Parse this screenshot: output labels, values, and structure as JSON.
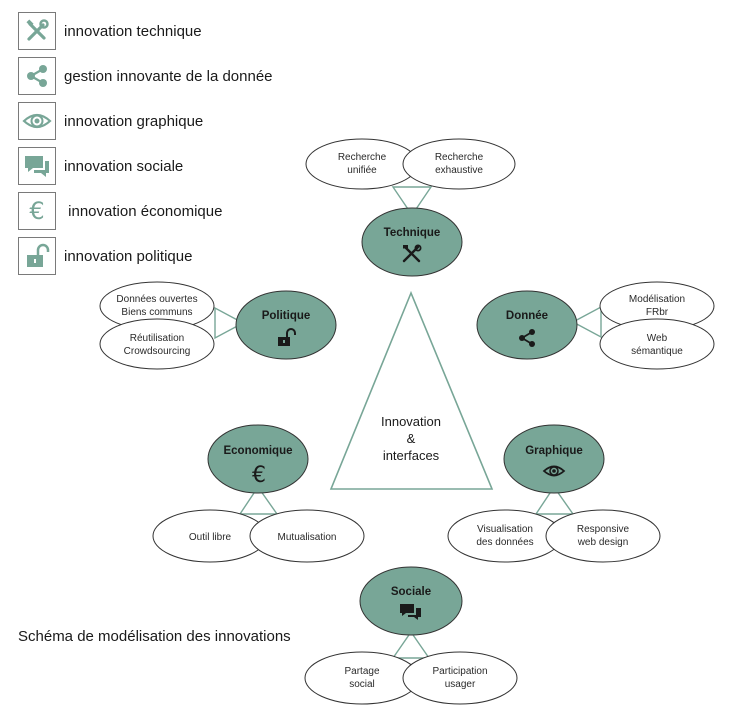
{
  "colors": {
    "accent": "#78a697",
    "stroke": "#333333",
    "legend_border": "#7a7a7a"
  },
  "legend": [
    {
      "icon": "tools-icon",
      "label": "innovation technique"
    },
    {
      "icon": "share-icon",
      "label": "gestion innovante de la donnée"
    },
    {
      "icon": "eye-icon",
      "label": "innovation graphique"
    },
    {
      "icon": "chat-icon",
      "label": "innovation sociale"
    },
    {
      "icon": "euro-icon",
      "label": " innovation économique"
    },
    {
      "icon": "unlock-icon",
      "label": "innovation politique"
    }
  ],
  "caption": "Schéma de modélisation des innovations",
  "center": {
    "line1": "Innovation",
    "line2": "&",
    "line3": "interfaces"
  },
  "nodes": {
    "technique": {
      "title": "Technique",
      "icon": "tools-icon"
    },
    "donnee": {
      "title": "Donnée",
      "icon": "share-icon"
    },
    "politique": {
      "title": "Politique",
      "icon": "unlock-icon"
    },
    "economique": {
      "title": "Economique",
      "icon": "euro-icon"
    },
    "graphique": {
      "title": "Graphique",
      "icon": "eye-icon"
    },
    "sociale": {
      "title": "Sociale",
      "icon": "chat-icon"
    }
  },
  "leaves": {
    "recherche_unifiee": {
      "line1": "Recherche",
      "line2": "unifiée"
    },
    "recherche_exhaustive": {
      "line1": "Recherche",
      "line2": "exhaustive"
    },
    "modelisation_frbr": {
      "line1": "Modélisation",
      "line2": "FRbr"
    },
    "web_semantique": {
      "line1": "Web",
      "line2": "sémantique"
    },
    "donnees_ouvertes": {
      "line1": "Données ouvertes",
      "line2": "Biens communs"
    },
    "reutilisation": {
      "line1": "Réutilisation",
      "line2": "Crowdsourcing"
    },
    "outil_libre": {
      "line1": "Outil libre"
    },
    "mutualisation": {
      "line1": "Mutualisation"
    },
    "visualisation": {
      "line1": "Visualisation",
      "line2": "des données"
    },
    "responsive": {
      "line1": "Responsive",
      "line2": "web design"
    },
    "partage_social": {
      "line1": "Partage",
      "line2": "social"
    },
    "participation": {
      "line1": "Participation",
      "line2": "usager"
    }
  }
}
